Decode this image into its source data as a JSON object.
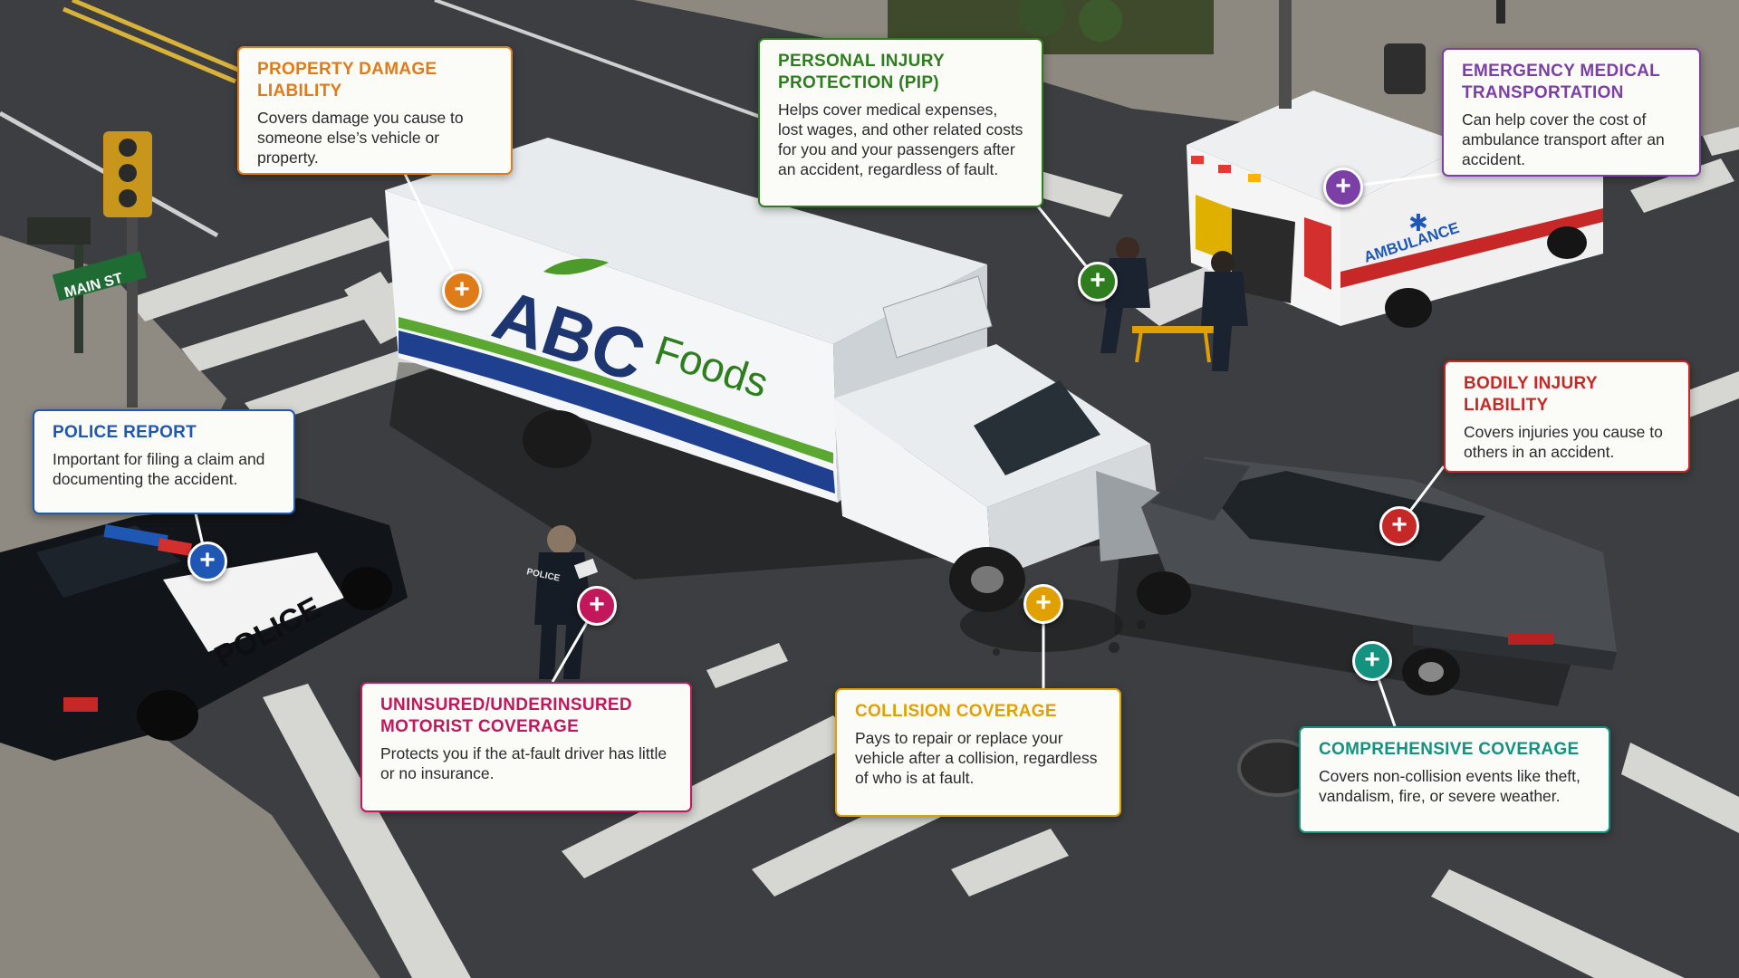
{
  "scene": {
    "street_sign": "MAIN ST",
    "truck_brand": "ABC",
    "truck_brand_sub": "Foods",
    "ambulance_text": "AMBULANCE",
    "police_car_text": "POLICE",
    "officer_vest_text": "POLICE"
  },
  "colors": {
    "orange": "#e07b1a",
    "green": "#2e7d1e",
    "purple": "#7b3fa6",
    "blue": "#1f57b5",
    "red": "#c62828",
    "magenta": "#c2185b",
    "amber": "#e0a100",
    "teal": "#14917f",
    "road": "#3c3e41"
  },
  "marker_icon": "plus-icon",
  "marker_glyph": "+",
  "callouts": {
    "property_damage": {
      "title": "Property Damage Liability",
      "description": "Covers damage you cause to someone else’s vehicle or property."
    },
    "pip": {
      "title": "Personal Injury Protection (PIP)",
      "description": "Helps cover medical expenses, lost wages, and other related costs for you and your passengers after an accident, regardless of fault."
    },
    "emergency_transport": {
      "title": "Emergency Medical Transportation",
      "description": "Can help cover the cost of ambulance transport after an accident."
    },
    "police_report": {
      "title": "Police Report",
      "description": "Important for filing a claim and documenting the accident."
    },
    "bodily_injury": {
      "title": "Bodily Injury Liability",
      "description": "Covers injuries you cause to others in an accident."
    },
    "uninsured_motorist": {
      "title": "Uninsured/Underinsured Motorist Coverage",
      "description": "Protects you if the at-fault driver has little or no insurance."
    },
    "collision": {
      "title": "Collision Coverage",
      "description": "Pays to repair or replace your vehicle after a collision, regardless of who is at fault."
    },
    "comprehensive": {
      "title": "Comprehensive Coverage",
      "description": "Covers non-collision events like theft, vandalism, fire, or severe weather."
    }
  }
}
